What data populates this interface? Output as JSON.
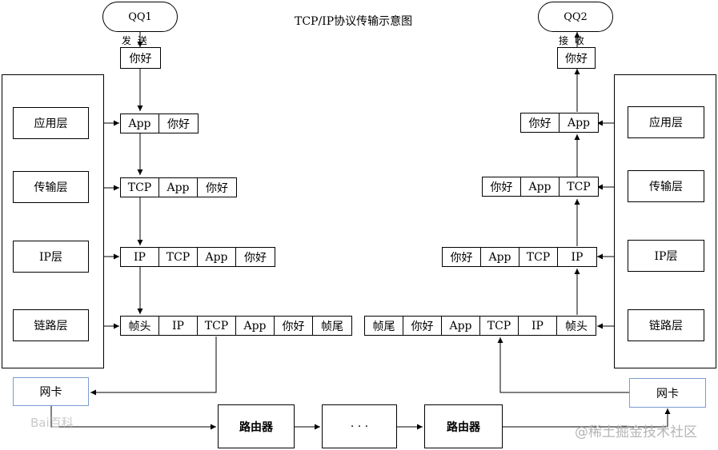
{
  "title": "TCP/IP协议传输示意图",
  "sender": {
    "name": "QQ1",
    "action": "发 送",
    "message": "你好",
    "layers": [
      "应用层",
      "传输层",
      "IP层",
      "链路层"
    ],
    "nic": "网卡",
    "packets": [
      [
        "App",
        "你好"
      ],
      [
        "TCP",
        "App",
        "你好"
      ],
      [
        "IP",
        "TCP",
        "App",
        "你好"
      ],
      [
        "帧头",
        "IP",
        "TCP",
        "App",
        "你好",
        "帧尾"
      ]
    ]
  },
  "receiver": {
    "name": "QQ2",
    "action": "接 收",
    "message": "你好",
    "layers": [
      "应用层",
      "传输层",
      "IP层",
      "链路层"
    ],
    "nic": "网卡",
    "packets": [
      [
        "你好",
        "App"
      ],
      [
        "你好",
        "App",
        "TCP"
      ],
      [
        "你好",
        "App",
        "TCP",
        "IP"
      ],
      [
        "帧尾",
        "你好",
        "App",
        "TCP",
        "IP",
        "帧头"
      ]
    ]
  },
  "network": {
    "router1": "路由器",
    "ellipsis": "· · ·",
    "router2": "路由器"
  },
  "watermarks": {
    "left": "Bai百科",
    "right": "@稀土掘金技术社区"
  },
  "colors": {
    "line": "#000000",
    "nic_border": "#7b9ccf",
    "watermark": "#b5b5b5"
  }
}
